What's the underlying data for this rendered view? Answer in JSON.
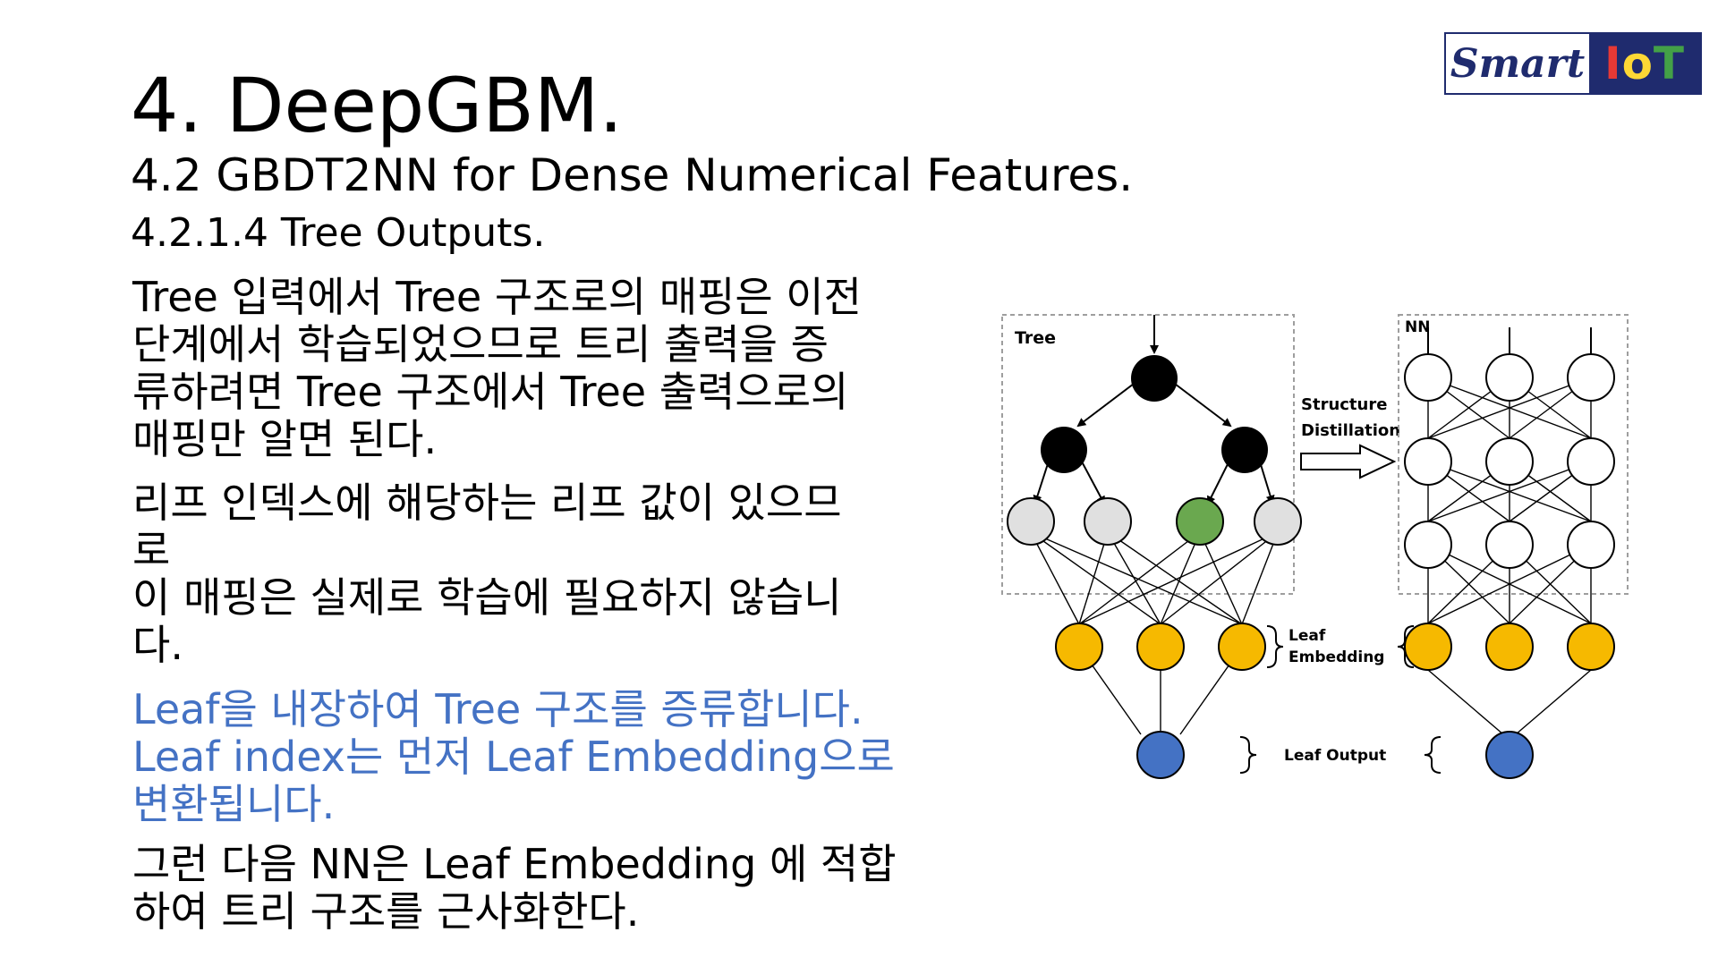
{
  "slide": {
    "title": "4. DeepGBM.",
    "subtitle": "4.2 GBDT2NN for Dense Numerical Features.",
    "section": "4.2.1.4 Tree Outputs."
  },
  "logo": {
    "smart": "Smart",
    "iot": [
      "I",
      "o",
      "T"
    ],
    "colors": {
      "navy": "#1f2b6e",
      "i": "#e53935",
      "o": "#fdd835",
      "t": "#43a047"
    }
  },
  "paragraphs": {
    "p1": [
      "Tree 입력에서 Tree 구조로의 매핑은 이전",
      "단계에서 학습되었으므로 트리 출력을 증",
      "류하려면 Tree 구조에서 Tree 출력으로의",
      "매핑만 알면 된다."
    ],
    "p2": [
      "리프 인덱스에 해당하는 리프 값이 있으므",
      "로",
      "이 매핑은 실제로 학습에 필요하지 않습니",
      "다."
    ],
    "p3": [
      "Leaf을 내장하여 Tree 구조를 증류합니다.",
      "Leaf index는 먼저 Leaf Embedding으로",
      "변환됩니다."
    ],
    "p4": [
      "그런 다음 NN은 Leaf Embedding 에 적합",
      "하여 트리 구조를 근사화한다."
    ]
  },
  "highlight_color": "#4472c4",
  "diagram": {
    "tree_label": "Tree",
    "nn_label": "NN",
    "distill_label": [
      "Structure",
      "Distillation"
    ],
    "leaf_embedding_label": [
      "Leaf",
      "Embedding"
    ],
    "leaf_output_label": "Leaf Output",
    "colors": {
      "internal_node": "#000000",
      "leaf_node": "#e0e0e0",
      "active_leaf": "#6aa84f",
      "embedding_node": "#f6b900",
      "output_node": "#4472c4",
      "dashed_box": "#9e9e9e"
    }
  }
}
